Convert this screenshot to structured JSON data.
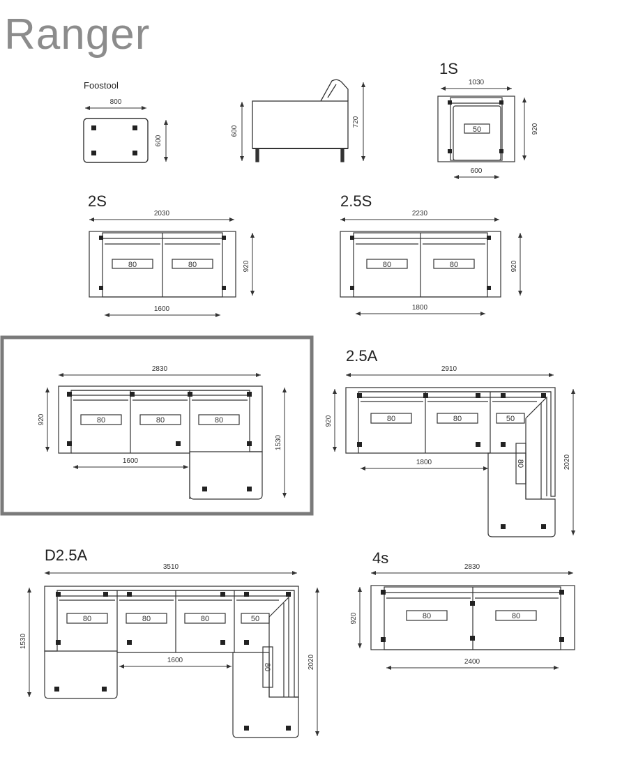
{
  "title": "Ranger",
  "footstool": {
    "label": "Foostool",
    "width": "800",
    "depth": "600"
  },
  "side_view": {
    "seat_height": "600",
    "total_height": "720"
  },
  "s1": {
    "label": "1S",
    "width": "1030",
    "depth": "920",
    "seat": "600",
    "cushions": [
      "50"
    ]
  },
  "s2": {
    "label": "2S",
    "width": "2030",
    "depth": "920",
    "seat": "1600",
    "cushions": [
      "80",
      "80"
    ]
  },
  "s25": {
    "label": "2.5S",
    "width": "2230",
    "depth": "920",
    "seat": "1800",
    "cushions": [
      "80",
      "80"
    ]
  },
  "chaise": {
    "width": "2830",
    "depth": "920",
    "seat": "1600",
    "total_depth": "1530",
    "cushions": [
      "80",
      "80",
      "80"
    ]
  },
  "a25": {
    "label": "2.5A",
    "width": "2910",
    "depth": "920",
    "seat": "1800",
    "total_depth": "2020",
    "cushions": [
      "80",
      "80",
      "50",
      "80"
    ]
  },
  "d25a": {
    "label": "D2.5A",
    "width": "3510",
    "left_depth": "1530",
    "seat": "1600",
    "right_depth": "2020",
    "cushions": [
      "80",
      "80",
      "80",
      "50",
      "80"
    ]
  },
  "s4": {
    "label": "4s",
    "width": "2830",
    "depth": "920",
    "seat": "2400",
    "cushions": [
      "80",
      "80"
    ]
  }
}
